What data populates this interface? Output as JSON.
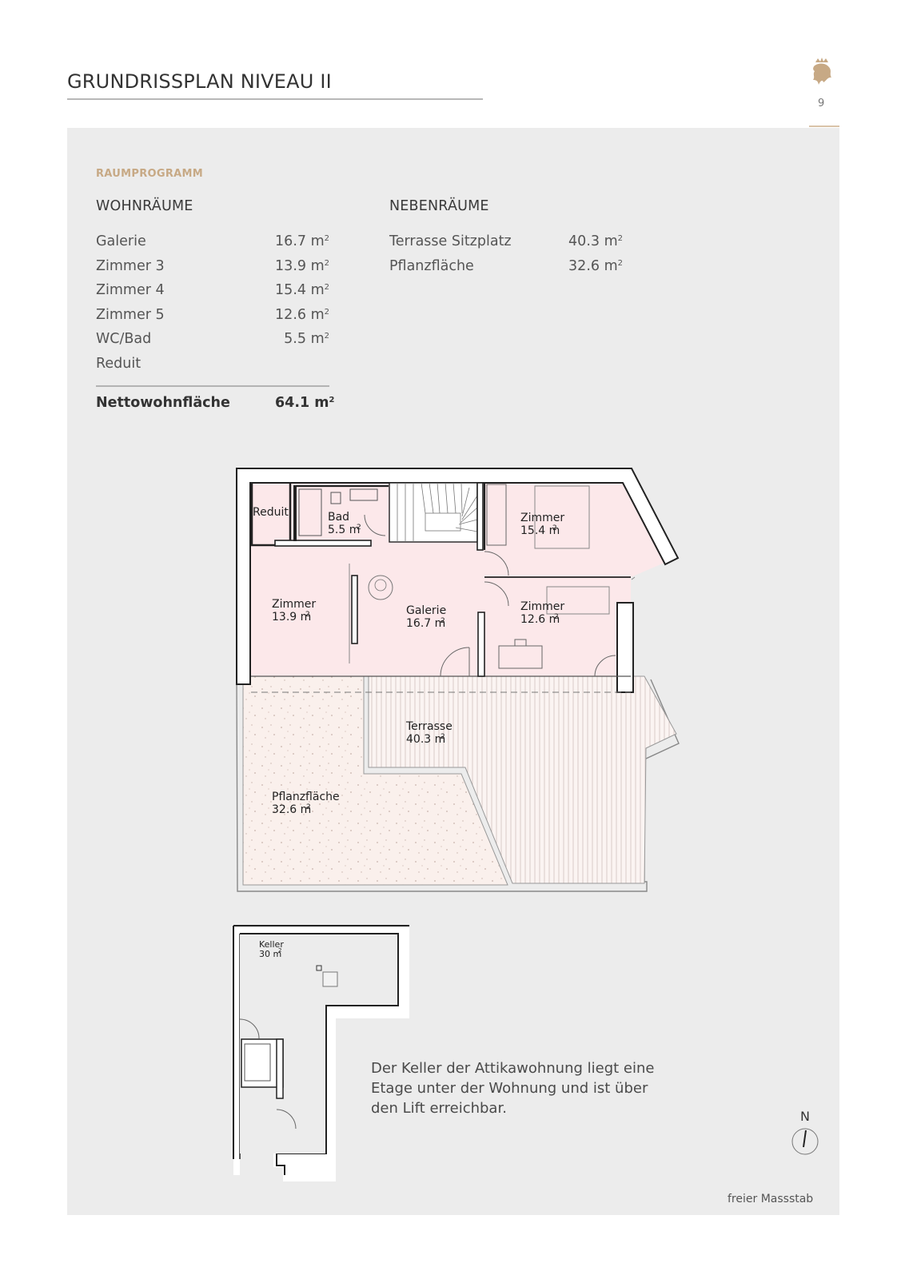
{
  "header": {
    "title": "GRUNDRISSPLAN NIVEAU II",
    "page_number": "9",
    "logo_icon": "lion-crest-icon",
    "accent_color": "#c7a985"
  },
  "raumprogramm": {
    "label": "RAUMPROGRAMM",
    "wohnraeume": {
      "heading": "WOHNRÄUME",
      "rooms": [
        {
          "name": "Galerie",
          "area": "16.7 m"
        },
        {
          "name": "Zimmer 3",
          "area": "13.9 m"
        },
        {
          "name": "Zimmer 4",
          "area": "15.4 m"
        },
        {
          "name": "Zimmer 5",
          "area": "12.6 m"
        },
        {
          "name": "WC/Bad",
          "area": "5.5 m"
        },
        {
          "name": "Reduit",
          "area": ""
        }
      ],
      "total_label": "Nettowohnfläche",
      "total_value": "64.1 m"
    },
    "nebenraeume": {
      "heading": "NEBENRÄUME",
      "rooms": [
        {
          "name": "Terrasse Sitzplatz",
          "area": "40.3 m"
        },
        {
          "name": "Pflanzfläche",
          "area": "32.6 m"
        }
      ]
    }
  },
  "floorplan": {
    "labels": {
      "reduit": "Reduit",
      "bad_name": "Bad",
      "bad_area": "5.5 m",
      "zimmer4_name": "Zimmer",
      "zimmer4_area": "15.4 m",
      "zimmer3_name": "Zimmer",
      "zimmer3_area": "13.9 m",
      "galerie_name": "Galerie",
      "galerie_area": "16.7 m",
      "zimmer5_name": "Zimmer",
      "zimmer5_area": "12.6 m",
      "terrasse_name": "Terrasse",
      "terrasse_area": "40.3 m",
      "pflanz_name": "Pflanzfläche",
      "pflanz_area": "32.6 m"
    },
    "keller": {
      "name": "Keller",
      "area": "30 m"
    },
    "superscript": "2"
  },
  "keller_note": "Der Keller der Attikawohnung liegt eine Etage unter der Wohnung und ist über den Lift erreichbar.",
  "north": {
    "label": "N",
    "icon": "north-arrow-icon"
  },
  "scale_note": "freier Massstab"
}
